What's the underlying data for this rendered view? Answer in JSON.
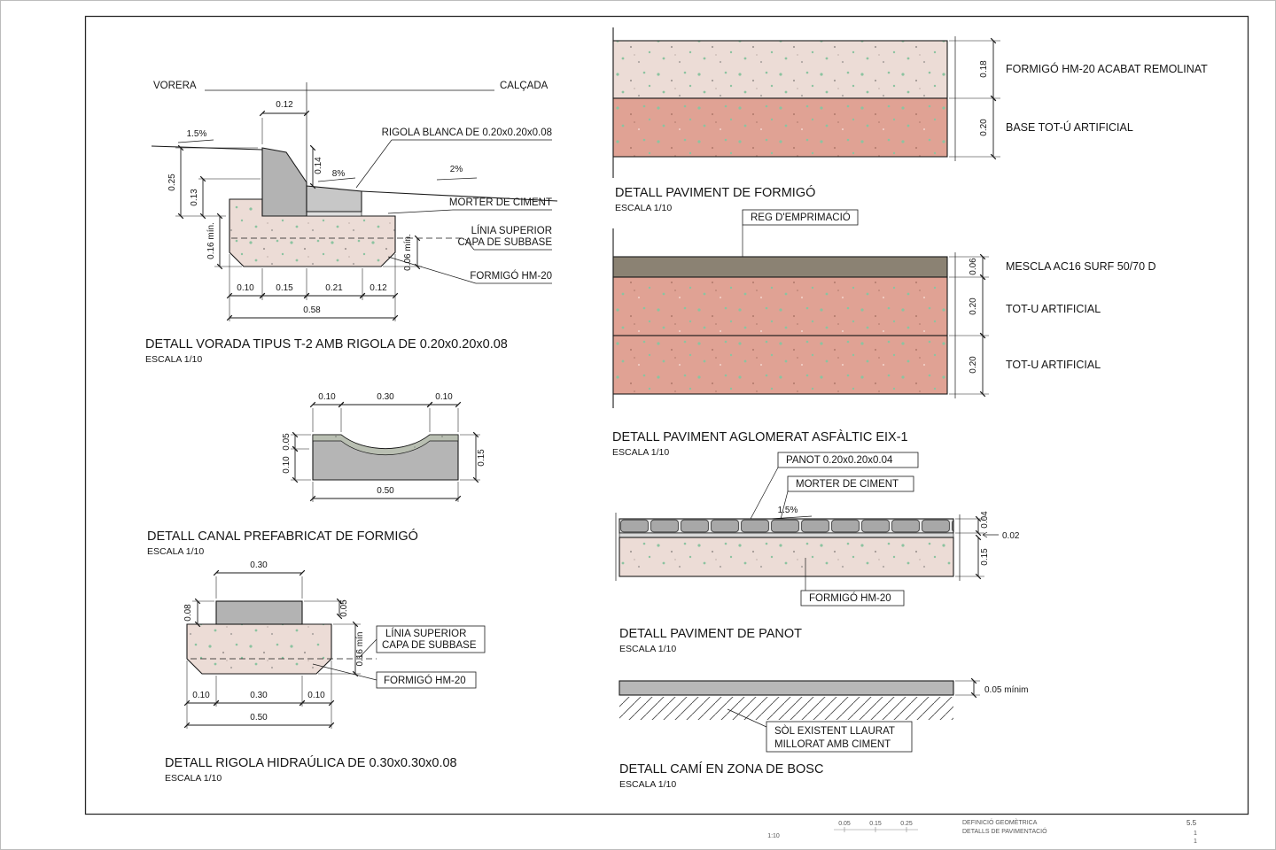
{
  "colors": {
    "line": "#1a1a1a",
    "concrete_speckle_base": "#ecdcd6",
    "granular_base": "#e0a294",
    "asphalt": "#8b8273",
    "precast_gray": "#b3b3b3",
    "speckle_green": "#8cc3a0"
  },
  "vorada": {
    "title": "DETALL VORADA TIPUS T-2 AMB RIGOLA DE 0.20x0.20x0.08",
    "scale": "ESCALA 1/10",
    "vorera": "VORERA",
    "calcada": "CALÇADA",
    "slope_vorera": "1.5%",
    "slope_rigola": "8%",
    "slope_calcada": "2%",
    "lbl_rigola": "RIGOLA BLANCA DE 0.20x0.20x0.08",
    "lbl_morter": "MORTER DE CIMENT",
    "lbl_linia_1": "LÍNIA SUPERIOR",
    "lbl_linia_2": "CAPA DE SUBBASE",
    "lbl_formigo": "FORMIGÓ HM-20",
    "dim_top": "0.12",
    "dim_h25": "0.25",
    "dim_h13": "0.13",
    "dim_h16": "0.16 mín.",
    "dim_h14": "0.14",
    "dim_h06": "0.06 mín.",
    "dims_bottom": [
      "0.10",
      "0.15",
      "0.21",
      "0.12"
    ],
    "dim_total": "0.58"
  },
  "canal": {
    "title": "DETALL CANAL PREFABRICAT DE FORMIGÓ",
    "scale": "ESCALA 1/10",
    "dims_top": [
      "0.10",
      "0.30",
      "0.10"
    ],
    "dim_left_top": "0.05",
    "dim_left_bottom": "0.10",
    "dim_right": "0.15",
    "dim_bottom": "0.50"
  },
  "rigola": {
    "title": "DETALL RIGOLA HIDRAÚLICA DE 0.30x0.30x0.08",
    "scale": "ESCALA 1/10",
    "dim_top": "0.30",
    "dim_left": "0.08",
    "dim_right_top": "0.05",
    "dim_right_bottom": "0.16 mín",
    "lbl_linia_1": "LÍNIA SUPERIOR",
    "lbl_linia_2": "CAPA DE SUBBASE",
    "lbl_formigo": "FORMIGÓ HM-20",
    "dims_bottom": [
      "0.10",
      "0.30",
      "0.10"
    ],
    "dim_total": "0.50"
  },
  "formigo": {
    "title": "DETALL PAVIMENT DE FORMIGÓ",
    "scale": "ESCALA 1/10",
    "layers": [
      {
        "dim": "0.18",
        "label": "FORMIGÓ HM-20 ACABAT REMOLINAT"
      },
      {
        "dim": "0.20",
        "label": "BASE TOT-Ú ARTIFICIAL"
      }
    ]
  },
  "asfalt": {
    "title": "DETALL PAVIMENT AGLOMERAT ASFÀLTIC EIX-1",
    "scale": "ESCALA 1/10",
    "lbl_reg": "REG D'EMPRIMACIÓ",
    "layers": [
      {
        "dim": "0.06",
        "label": "MESCLA AC16 SURF 50/70 D"
      },
      {
        "dim": "0.20",
        "label": "TOT-U ARTIFICIAL"
      },
      {
        "dim": "0.20",
        "label": "TOT-U ARTIFICIAL"
      }
    ]
  },
  "panot": {
    "title": "DETALL PAVIMENT DE PANOT",
    "scale": "ESCALA 1/10",
    "lbl_panot": "PANOT 0.20x0.20x0.04",
    "lbl_morter": "MORTER DE CIMENT",
    "slope": "1.5%",
    "dim_top": "0.04",
    "dim_mortar": "0.02",
    "dim_base": "0.15",
    "lbl_formigo": "FORMIGÓ HM-20"
  },
  "cami": {
    "title": "DETALL CAMÍ EN ZONA DE BOSC",
    "scale": "ESCALA 1/10",
    "dim": "0.05 mínim",
    "lbl_sol_1": "SÒL EXISTENT LLAURAT",
    "lbl_sol_2": "MILLORAT AMB CIMENT"
  },
  "titleblock": {
    "scalebar": [
      "0.05",
      "0.15",
      "0.25"
    ],
    "scale_note": "1:10",
    "doc_line1": "DEFINICIÓ GEOMÈTRICA",
    "doc_line2": "DETALLS DE PAVIMENTACIÓ",
    "sheet_no": "5.5",
    "rev_a": "1",
    "rev_b": "1"
  }
}
